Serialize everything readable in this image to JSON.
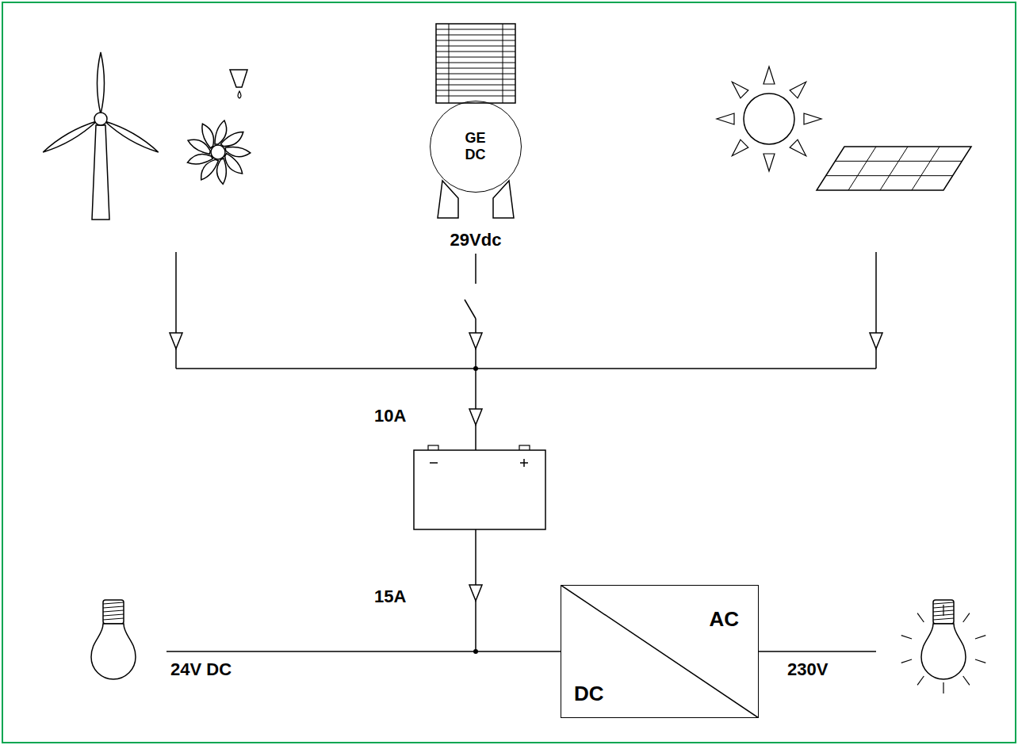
{
  "diagram": {
    "nodes": [
      {
        "text": [
          "GE DC"
        ]
      },
      {
        "text": [
          "AC",
          "DC"
        ]
      }
    ],
    "labels": [
      "29Vdc",
      "10A",
      "15A",
      "24V DC",
      "230V"
    ]
  }
}
